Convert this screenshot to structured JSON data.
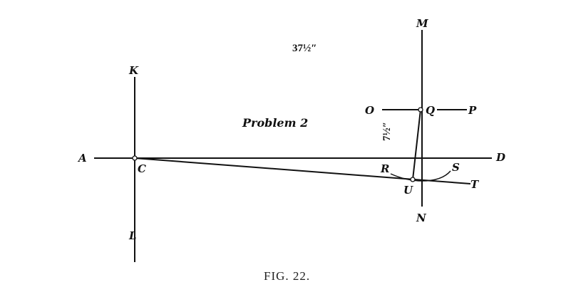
{
  "figure": {
    "caption": "FIG. 22.",
    "title": "Problem 2",
    "dimension_top": "37½″",
    "dimension_side": "7½″",
    "points": {
      "M": "M",
      "K": "K",
      "O": "O",
      "Q": "Q",
      "P": "P",
      "A": "A",
      "C": "C",
      "D": "D",
      "R": "R",
      "S": "S",
      "U": "U",
      "T": "T",
      "N": "N",
      "L": "L"
    },
    "ink_color": "#111111"
  }
}
